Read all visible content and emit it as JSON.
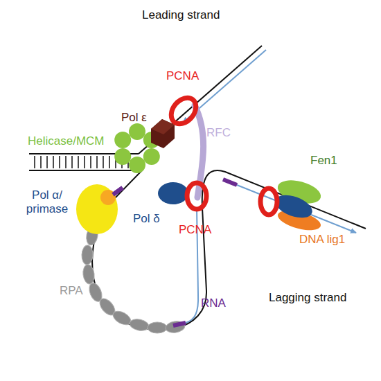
{
  "diagram": {
    "labels": [
      "Leading strand",
      "PCNA",
      "Pol ε",
      "RFC",
      "Helicase/MCM",
      "Fen1",
      "Pol α/ primase",
      "Pol δ",
      "PCNA",
      "DNA lig1",
      "RPA",
      "RNA",
      "Lagging strand"
    ]
  }
}
